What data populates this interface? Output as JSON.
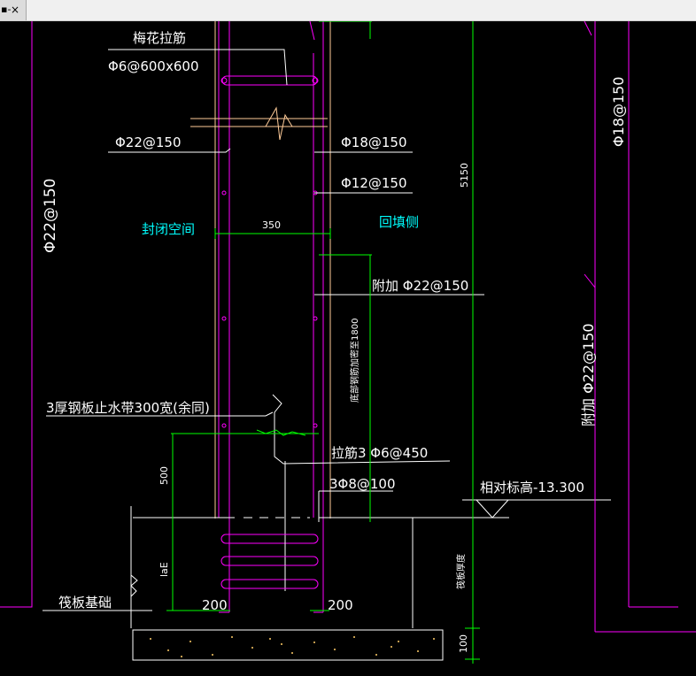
{
  "window": {
    "menu_glyph": "▪-",
    "close_glyph": "×"
  },
  "labels": {
    "meihua_lajin": "梅花拉筋",
    "meihua_spec": "Φ6@600x600",
    "left_bar": "Φ22@150",
    "right_bar_1": "Φ18@150",
    "right_bar_2": "Φ12@150",
    "dim_350": "350",
    "dim_5150": "5150",
    "sealed_space": "封闭空间",
    "backfill_side": "回填侧",
    "additional_bar": "附加 Φ22@150",
    "vertical_note": "底部钢筋加密至1800",
    "waterstop": "3厚钢板止水带300宽(余同)",
    "tie_bar": "拉筋3 Φ6@450",
    "stirrup": "3Φ8@100",
    "elevation": "相对标高-13.300",
    "dim_500": "500",
    "dim_lae": "laE",
    "raft": "筏板基础",
    "dim_200_left": "200",
    "dim_200_right": "200",
    "raft_thickness": "筏板厚度",
    "dim_100": "100",
    "far_left_bar": "Φ22@150",
    "far_right_bar": "Φ18@150",
    "far_right_additional": "附加 Φ22@150"
  }
}
